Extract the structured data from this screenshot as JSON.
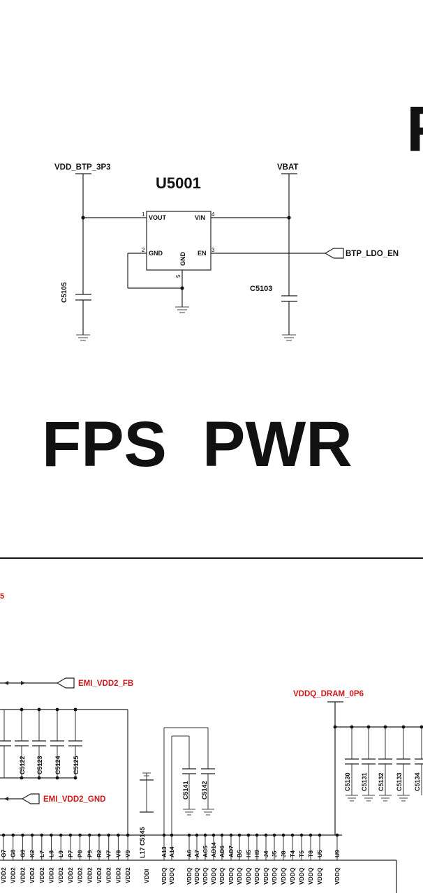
{
  "top_section": {
    "cut_letter": "F",
    "ic": {
      "ref": "U5001",
      "pins": {
        "vout": {
          "num": "1",
          "name": "VOUT"
        },
        "gnd_left": {
          "num": "2",
          "name": "GND"
        },
        "en": {
          "num": "3",
          "name": "EN"
        },
        "vin": {
          "num": "4",
          "name": "VIN"
        },
        "gnd_bottom": {
          "num": "5",
          "name": "GND"
        }
      }
    },
    "nets": {
      "vdd_btp": "VDD_BTP_3P3",
      "vbat": "VBAT",
      "btp_ldo_en": "BTP_LDO_EN"
    },
    "capacitors": {
      "c_left": "C5105",
      "c_right": "C5103"
    },
    "heading": "FPS  PWR"
  },
  "bottom_section": {
    "cut_label": "5",
    "nets": {
      "emi_fb": "EMI_VDD2_FB",
      "emi_gnd": "EMI_VDD2_GND",
      "vddq_dram": "VDDQ_DRAM_0P6"
    },
    "caps_left": [
      "C5122",
      "C5123",
      "C5124",
      "C5125"
    ],
    "caps_mid": [
      "C5141",
      "C5142"
    ],
    "cap_vddi": "L17 C5145",
    "caps_right": [
      "C5130",
      "C5131",
      "C5132",
      "C5133",
      "C5134"
    ],
    "vdd2_pins": [
      "G7",
      "G8",
      "G9",
      "K2",
      "L7",
      "L8",
      "L9",
      "P7",
      "P8",
      "P9",
      "R2",
      "V7",
      "V8",
      "V9"
    ],
    "vdd2_label": "VDD2",
    "vddi_label": "VDDI",
    "vddq_pins": [
      "A13",
      "A14",
      "A6",
      "A7",
      "AC5",
      "AD14",
      "AD6",
      "AD7",
      "B5",
      "H5",
      "H9",
      "J4",
      "J5",
      "J8",
      "T4",
      "T5",
      "T8",
      "U5",
      "U9"
    ],
    "vddq_label": "VDDQ"
  }
}
